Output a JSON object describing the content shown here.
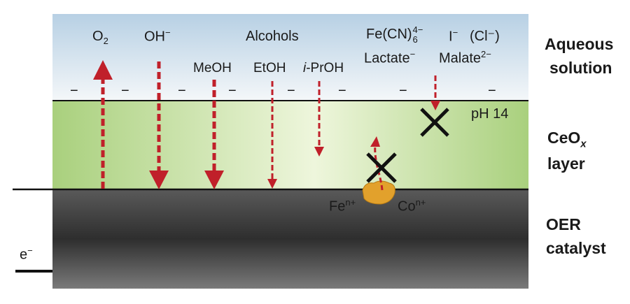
{
  "colors": {
    "aqueous_top": "#b7d0e4",
    "aqueous_bottom": "#f4f7f9",
    "ceox_edge": "#a9d07d",
    "ceox_center": "#eef6dc",
    "catalyst_top": "#5a5a5a",
    "catalyst_mid": "#2e2e2e",
    "catalyst_bottom": "#7a7a7a",
    "arrow": "#c0202a",
    "interface_site": "#e2a12c"
  },
  "species": {
    "o2": {
      "base": "O",
      "sub": "2"
    },
    "oh": {
      "base": "OH",
      "sup": "−"
    },
    "alcohols": "Alcohols",
    "meoh": "MeOH",
    "etoh": "EtOH",
    "iproh": {
      "prefix": "i",
      "rest": "-PrOH"
    },
    "ferrocyanide": {
      "base": "Fe(CN)",
      "sup": "4−",
      "sub": "6"
    },
    "iodide": {
      "base": "I",
      "sup": "−"
    },
    "chloride": "(Cl⁻)",
    "lactate": {
      "base": "Lactate",
      "sup": "−"
    },
    "malate": {
      "base": "Malate",
      "sup": "2−"
    }
  },
  "surface_charge": "−",
  "ph_label": "pH 14",
  "ions": {
    "fe": {
      "base": "Fe",
      "sup": "n+"
    },
    "co": {
      "base": "Co",
      "sup": "n+"
    }
  },
  "electron": {
    "base": "e",
    "sup": "−"
  },
  "side_labels": {
    "aqueous_line1": "Aqueous",
    "aqueous_line2": "solution",
    "ceox_base": "CeO",
    "ceox_sub": "x",
    "ceox_line2": "layer",
    "oer_line1": "OER",
    "oer_line2": "catalyst"
  }
}
